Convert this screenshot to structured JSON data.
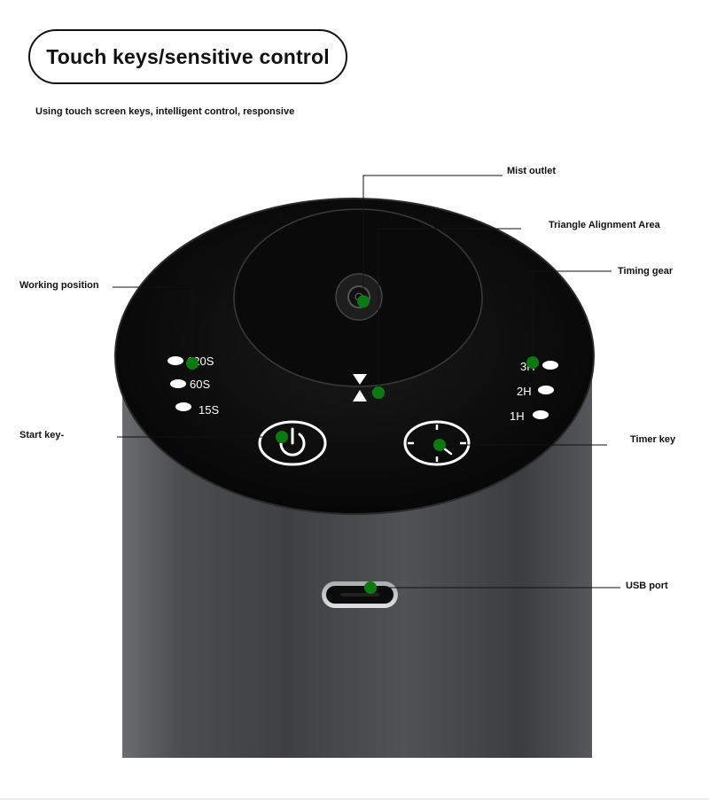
{
  "header": {
    "title": "Touch keys/sensitive control",
    "subtitle": "Using touch screen keys, intelligent control, responsive"
  },
  "callouts": {
    "mist_outlet": "Mist outlet",
    "triangle_area": "Triangle Alignment Area",
    "timing_gear": "Timing gear",
    "working_position": "Working position",
    "start_key": "Start key-",
    "timer_key": "Timer key",
    "usb_port": "USB port"
  },
  "panel": {
    "work_levels": [
      "120S",
      "60S",
      "15S"
    ],
    "timer_levels": [
      "3H",
      "2H",
      "1H"
    ]
  },
  "colors": {
    "marker": "#0b7a10",
    "body": "#4a4b4d",
    "top_panel": "#0d0d0d"
  }
}
